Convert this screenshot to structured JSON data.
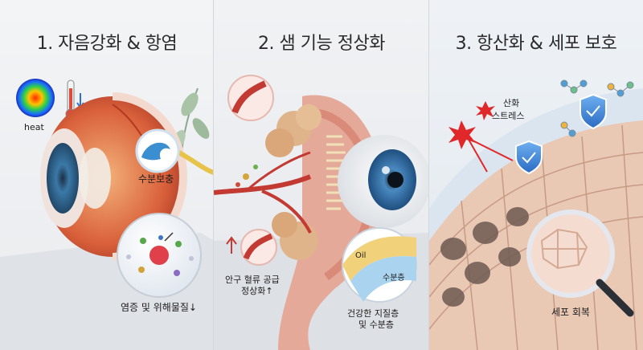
{
  "panels": [
    {
      "title": "1. 자음강화 & 항염",
      "labels": {
        "heat": "heat",
        "moisture": "수분보충",
        "inflammation": "염증 및 위해물질↓"
      }
    },
    {
      "title": "2. 샘 기능 정상화",
      "labels": {
        "blood": "안구 혈류 공급",
        "blood2": "정상화↑",
        "oil": "Oil",
        "water": "수분층",
        "healthy": "건강한 지질층",
        "healthy2": "및 수분층"
      }
    },
    {
      "title": "3. 항산화 & 세포 보호",
      "labels": {
        "oxidation": "산화",
        "stress": "스트레스",
        "recovery": "세포 회복"
      }
    }
  ]
}
